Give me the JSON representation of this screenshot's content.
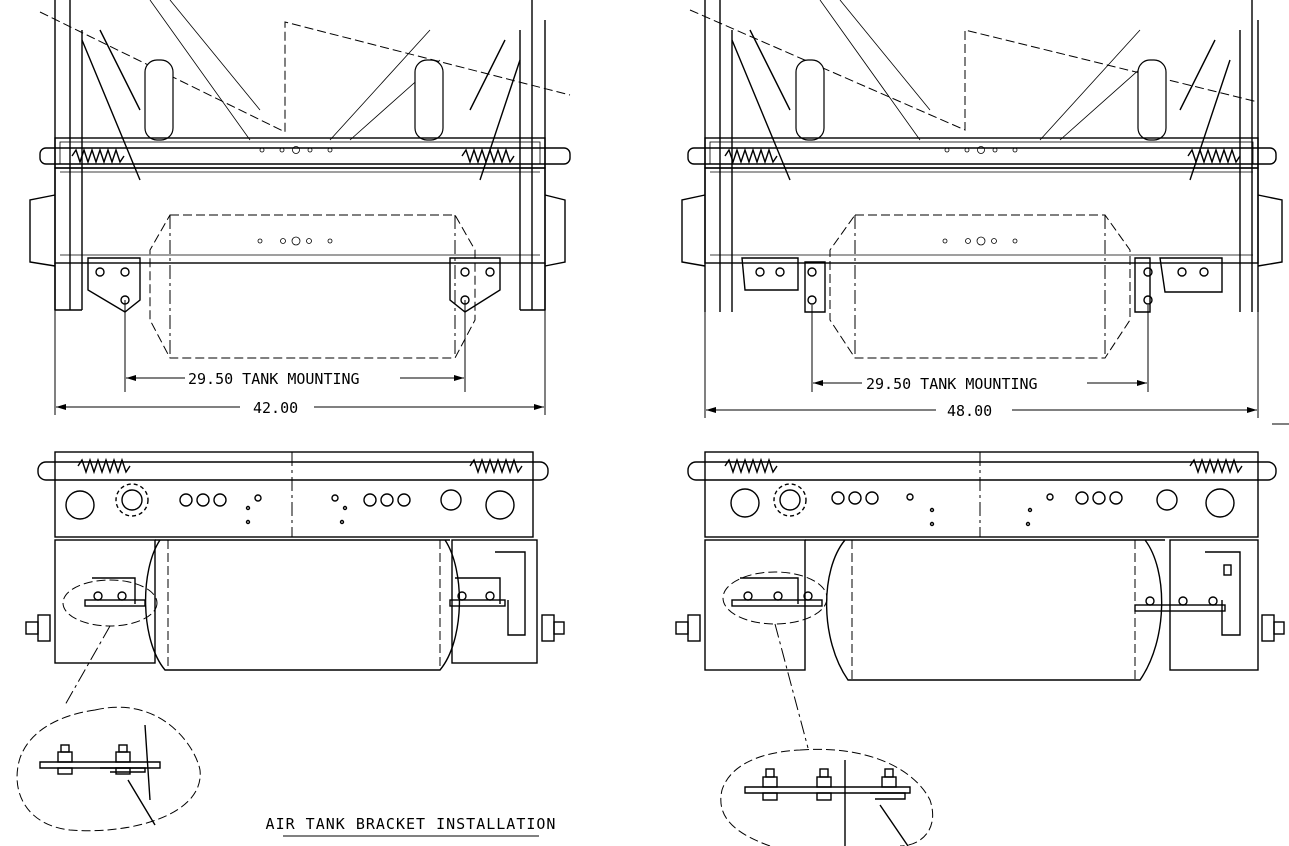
{
  "title": "AIR TANK BRACKET INSTALLATION",
  "views": [
    {
      "id": "left",
      "tank_mounting": "29.50 TANK MOUNTING",
      "overall_width": "42.00"
    },
    {
      "id": "right",
      "tank_mounting": "29.50 TANK MOUNTING",
      "overall_width": "48.00"
    }
  ]
}
